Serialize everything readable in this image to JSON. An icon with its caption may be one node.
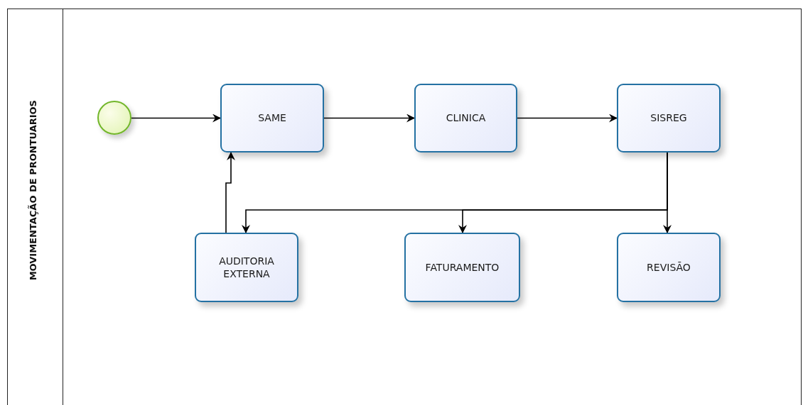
{
  "diagram": {
    "nodes": [
      {
        "text": [
          "MOVIMENTAÇÃO DE PRONTUARIOS"
        ]
      },
      {
        "text": [],
        "shape": "circle",
        "in": 0
      },
      {
        "text": [
          "SAME"
        ],
        "in": 0
      },
      {
        "text": [
          "CLINICA"
        ],
        "in": 0
      },
      {
        "text": [
          "SISREG"
        ],
        "in": 0
      },
      {
        "text": [
          "AUDITORIA EXTERNA"
        ],
        "in": 0
      },
      {
        "text": [
          "FATURAMENTO"
        ],
        "in": 0
      },
      {
        "text": [
          "REVISÃO"
        ],
        "in": 0
      }
    ],
    "edges": [
      {
        "from": 1,
        "to": 2,
        "arrow": "to"
      },
      {
        "from": 2,
        "to": 3,
        "arrow": "to"
      },
      {
        "from": 3,
        "to": 4,
        "arrow": "to"
      },
      {
        "from": 4,
        "to": 7,
        "arrow": "to"
      },
      {
        "from": 4,
        "to": 6,
        "arrow": "to"
      },
      {
        "from": 4,
        "to": 5,
        "arrow": "to"
      },
      {
        "from": 5,
        "to": 2,
        "arrow": "to"
      }
    ]
  }
}
